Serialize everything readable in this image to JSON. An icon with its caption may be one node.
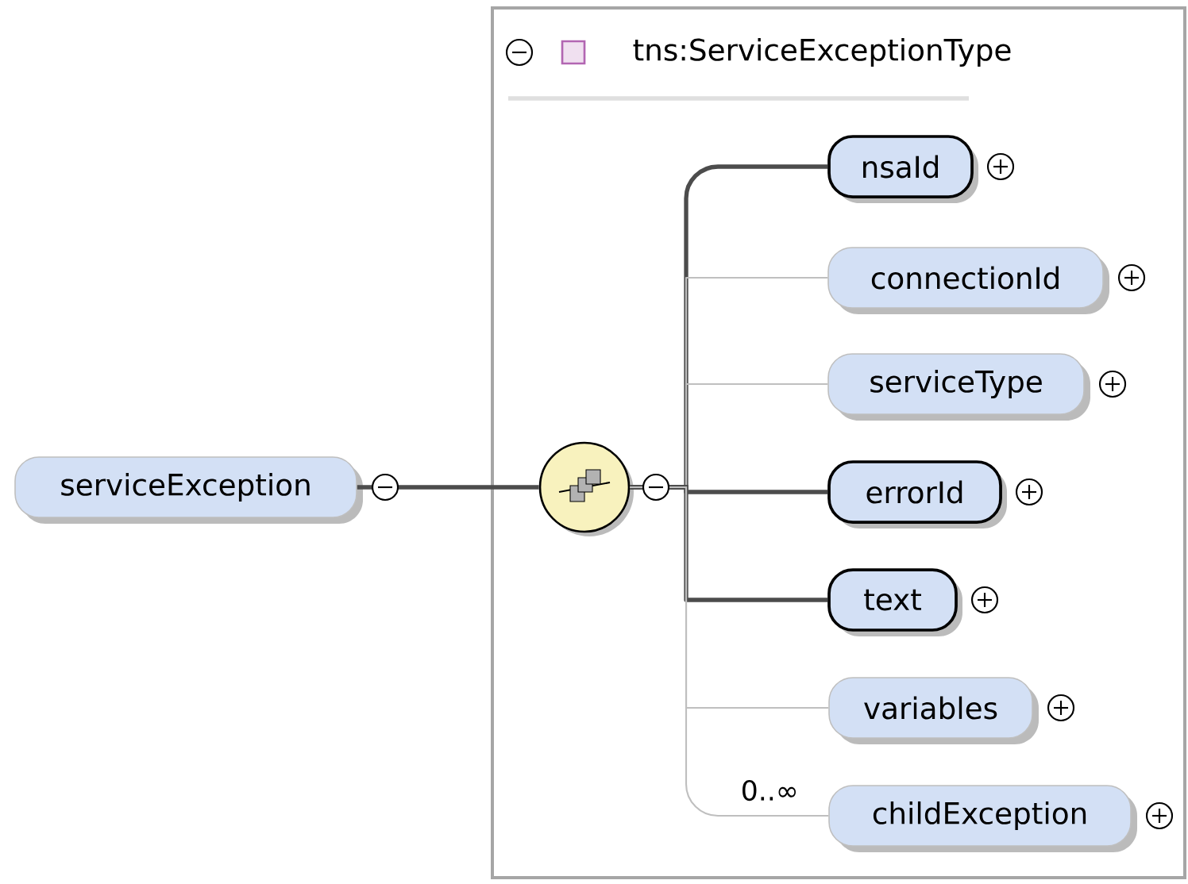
{
  "diagram": {
    "nodes": [
      {
        "text": [
          "tns:ServiceExceptionType"
        ]
      },
      {
        "text": [
          "serviceException"
        ]
      },
      {
        "text": [],
        "shape": "circle",
        "in": 0
      },
      {
        "text": [
          "nsaId"
        ],
        "in": 0
      },
      {
        "text": [
          "connectionId"
        ],
        "in": 0
      },
      {
        "text": [
          "serviceType"
        ],
        "in": 0
      },
      {
        "text": [
          "errorId"
        ],
        "in": 0
      },
      {
        "text": [
          "text"
        ],
        "in": 0
      },
      {
        "text": [
          "variables"
        ],
        "in": 0
      },
      {
        "text": [
          "childException"
        ],
        "in": 0
      }
    ],
    "edges": [
      {
        "from": 1,
        "to": 2,
        "arrow": "none",
        "style": "thick"
      },
      {
        "from": 2,
        "to": 3,
        "arrow": "none",
        "style": "thick"
      },
      {
        "from": 2,
        "to": 4,
        "arrow": "none",
        "color": "#bfbfbf"
      },
      {
        "from": 2,
        "to": 5,
        "arrow": "none",
        "color": "#bfbfbf"
      },
      {
        "from": 2,
        "to": 6,
        "arrow": "none",
        "style": "thick"
      },
      {
        "from": 2,
        "to": 7,
        "arrow": "none",
        "style": "thick"
      },
      {
        "from": 2,
        "to": 8,
        "arrow": "none",
        "color": "#bfbfbf"
      },
      {
        "from": 2,
        "to": 9,
        "arrow": "none",
        "label": "0..∞",
        "color": "#bfbfbf"
      }
    ]
  }
}
